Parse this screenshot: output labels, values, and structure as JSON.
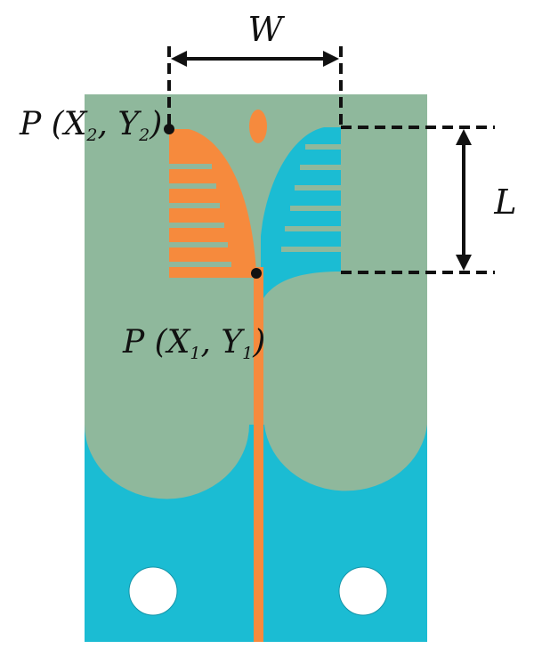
{
  "diagram": {
    "width_label": "W",
    "length_label": "L",
    "point_top": {
      "prefix": "P (",
      "x_var": "X",
      "x_sub": "2",
      "sep": ", ",
      "y_var": "Y",
      "y_sub": "2",
      "suffix": ")"
    },
    "point_mid": {
      "prefix": "P (",
      "x_var": "X",
      "x_sub": "1",
      "sep": ", ",
      "y_var": "Y",
      "y_sub": "1",
      "suffix": ")"
    }
  },
  "colors": {
    "substrate": "#8fb89c",
    "ground": "#1bbcd3",
    "patch": "#f68a3d",
    "hole": "#ffffff",
    "annotation": "#111111"
  }
}
